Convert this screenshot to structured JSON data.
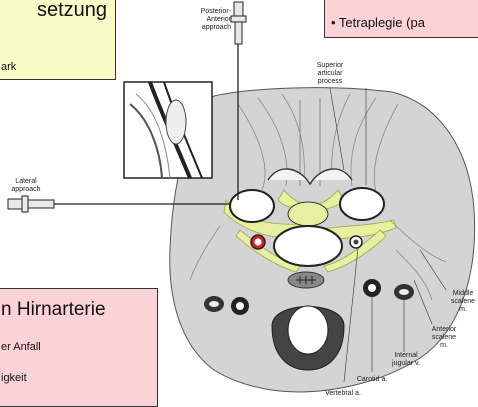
{
  "box_top_left": {
    "title_fragment": "setzung",
    "text_fragment": "ark"
  },
  "box_top_right": {
    "bullet": "• Tetraplegie (pa"
  },
  "box_bottom_left": {
    "title_fragment": "n Hirnarterie",
    "line1_fragment": "er Anfall",
    "line2_fragment": "igkeit"
  },
  "figure_labels": {
    "posterior_anterior": [
      "Posterior-",
      "Anterior",
      "approach"
    ],
    "lateral": [
      "Lateral",
      "approach"
    ],
    "superior": [
      "Superior",
      "articular",
      "process"
    ],
    "middle_scalene": [
      "Middle",
      "scalene",
      "m."
    ],
    "anterior_scalene": [
      "Anterior",
      "scalene",
      "m."
    ],
    "internal_jugular": [
      "Internal",
      "jugular v."
    ],
    "carotid": [
      "Carotid a."
    ],
    "vertebral": [
      "Vertebral a."
    ]
  },
  "colors": {
    "yellow_box": "#fbfbc8",
    "pink_box": "#fbd2d6",
    "nerve_yellow": "#e6f0a0",
    "artery_red": "#d8202a",
    "tissue_gray": "#d4d4d4"
  }
}
